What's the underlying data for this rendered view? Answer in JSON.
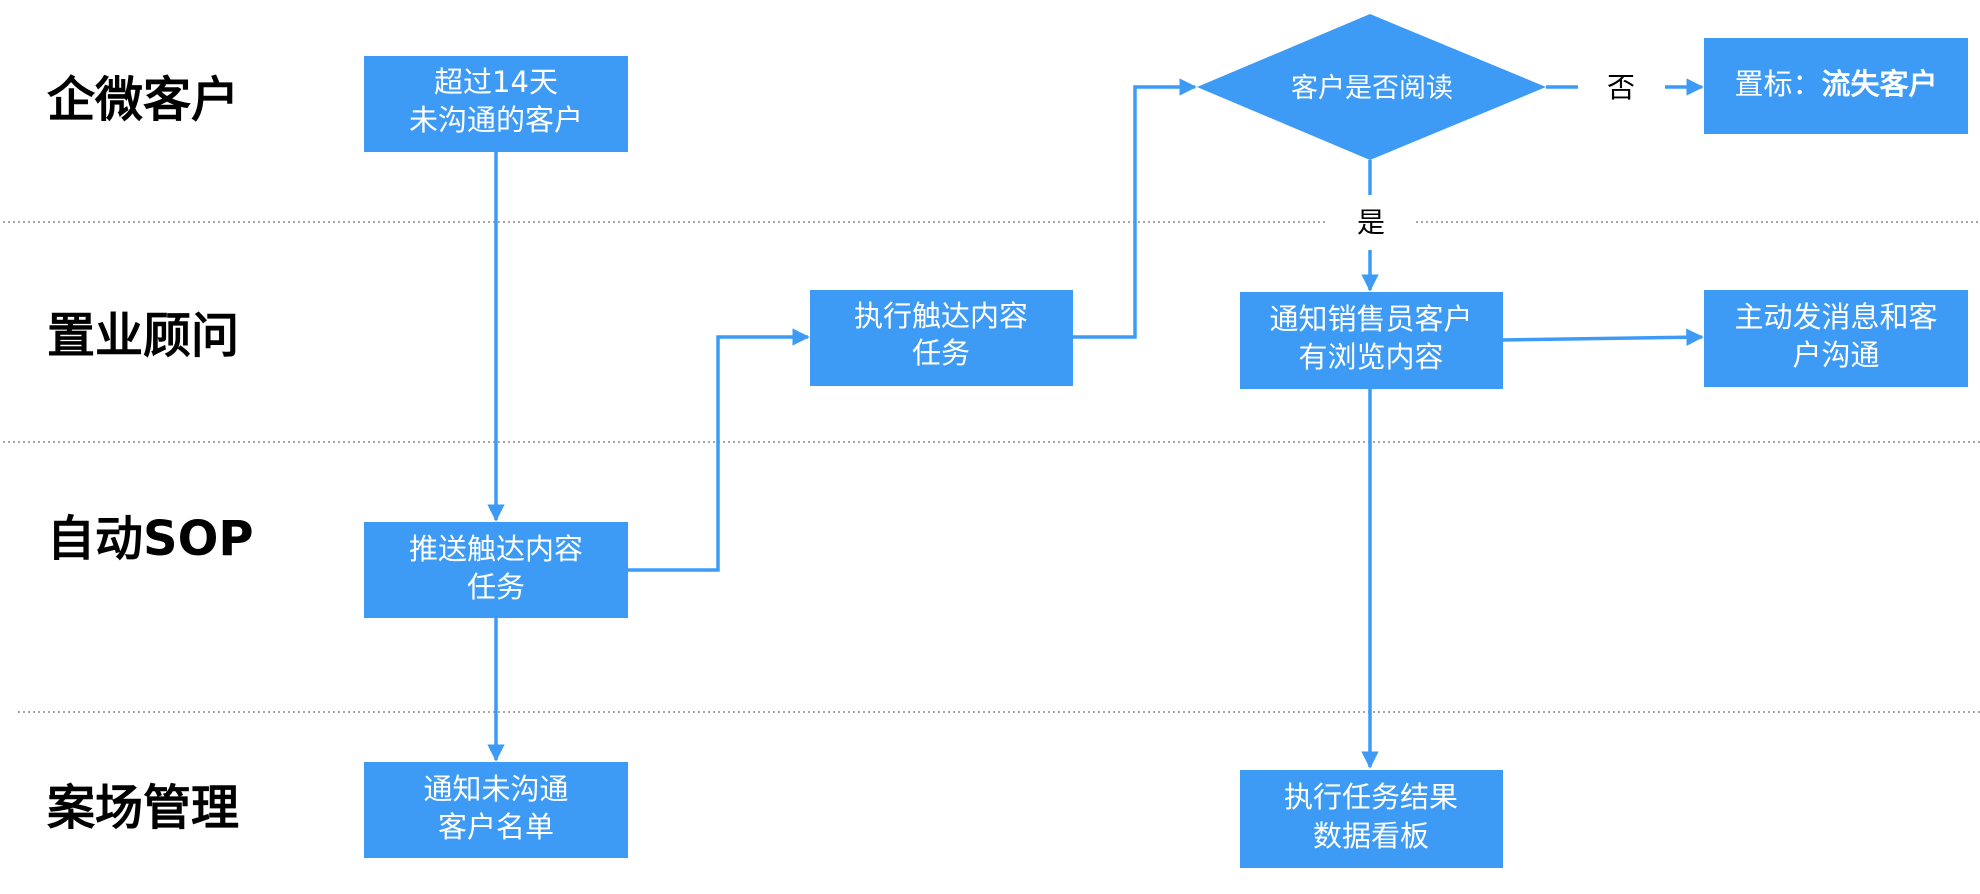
{
  "colors": {
    "node_fill": "#3D9BF6",
    "edge": "#3D9BF6",
    "node_text": "#FFFFFF",
    "lane_text": "#000000",
    "divider": "#8A8A8A"
  },
  "lanes": [
    {
      "label": "企微客户"
    },
    {
      "label": "置业顾问"
    },
    {
      "label": "自动SOP"
    },
    {
      "label": "案场管理"
    }
  ],
  "nodes": {
    "over14": {
      "line1": "超过14天",
      "line2": "未沟通的客户"
    },
    "push_task": {
      "line1": "推送触达内容",
      "line2": "任务"
    },
    "notify_list": {
      "line1": "通知未沟通",
      "line2": "客户名单"
    },
    "exec_task": {
      "line1": "执行触达内容",
      "line2": "任务"
    },
    "decision": {
      "label": "客户是否阅读"
    },
    "flag": {
      "prefix": "置标：",
      "emphasis": "流失客户"
    },
    "notify_sales": {
      "line1": "通知销售员客户",
      "line2": "有浏览内容"
    },
    "proactive": {
      "line1": "主动发消息和客",
      "line2": "户沟通"
    },
    "dashboard": {
      "line1": "执行任务结果",
      "line2": "数据看板"
    }
  },
  "branches": {
    "no": "否",
    "yes": "是"
  }
}
